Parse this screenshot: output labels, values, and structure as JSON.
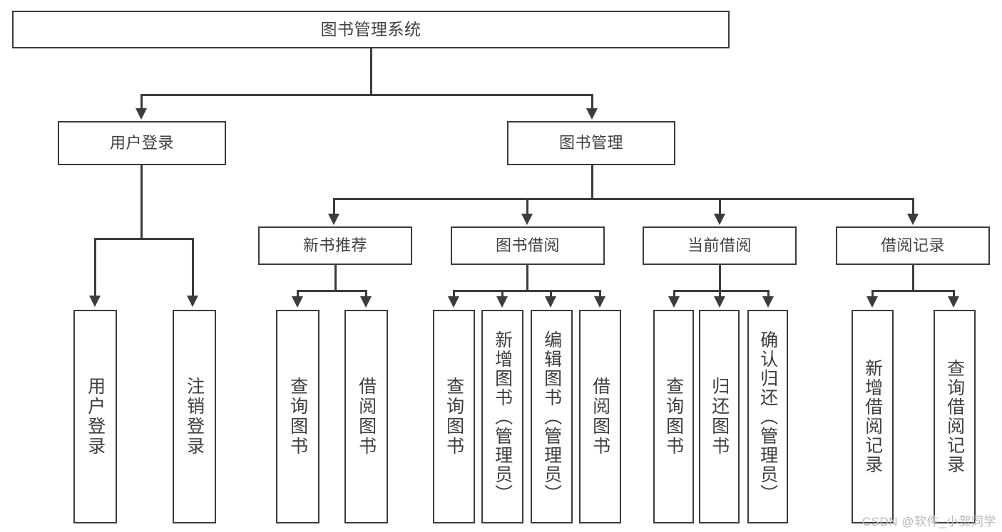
{
  "diagram": {
    "title": "图书管理系统",
    "watermark": "CSDN @软件_小贺同学",
    "colors": {
      "stroke": "#3c3c3c",
      "text": "#3f3f3f",
      "background": "#ffffff",
      "watermark": "#b9b9b9"
    },
    "levels": {
      "root": {
        "label": "图书管理系统"
      },
      "level2": [
        {
          "label": "用户登录"
        },
        {
          "label": "图书管理"
        }
      ],
      "level3": [
        {
          "label": "新书推荐"
        },
        {
          "label": "图书借阅"
        },
        {
          "label": "当前借阅"
        },
        {
          "label": "借阅记录"
        }
      ],
      "leaves": {
        "user_login": [
          {
            "label": "用户登录"
          },
          {
            "label": "注销登录"
          }
        ],
        "new_book_recommend": [
          {
            "label": "查询图书"
          },
          {
            "label": "借阅图书"
          }
        ],
        "book_borrow": [
          {
            "label": "查询图书"
          },
          {
            "label": "新增图书（管理员）"
          },
          {
            "label": "编辑图书（管理员）"
          },
          {
            "label": "借阅图书"
          }
        ],
        "current_borrow": [
          {
            "label": "查询图书"
          },
          {
            "label": "归还图书"
          },
          {
            "label": "确认归还（管理员）"
          }
        ],
        "borrow_record": [
          {
            "label": "新增借阅记录"
          },
          {
            "label": "查询借阅记录"
          }
        ]
      }
    }
  }
}
